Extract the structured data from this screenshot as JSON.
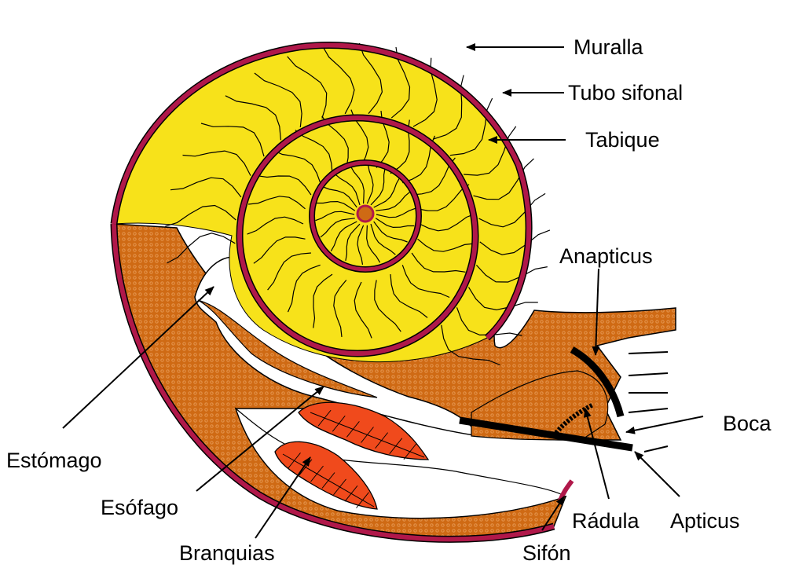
{
  "labels": {
    "muralla": "Muralla",
    "tubo_sifonal": "Tubo sifonal",
    "tabique": "Tabique",
    "anapticus": "Anapticus",
    "boca": "Boca",
    "estomago": "Estómago",
    "esofago": "Esófago",
    "branquias": "Branquias",
    "radula": "Rádula",
    "apticus": "Apticus",
    "sifon": "Sifón"
  },
  "colors": {
    "shell_wall": "#b0184a",
    "chambers": "#f7e21a",
    "body": "#cf6a14",
    "body_dots": "#e89b56",
    "gills": "#f04a1c",
    "cavity": "#ffffff",
    "outline": "#000000"
  }
}
